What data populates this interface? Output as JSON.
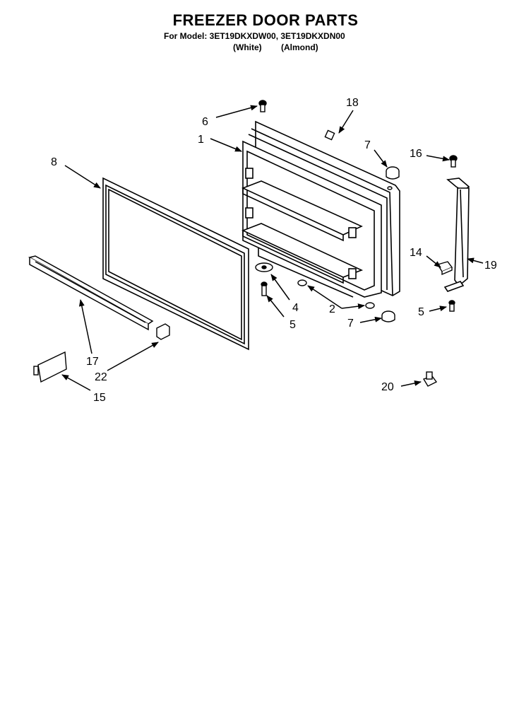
{
  "header": {
    "title": "FREEZER DOOR PARTS",
    "model_line": "For Model: 3ET19DKXDW00, 3ET19DKXDN00",
    "variant_white": "(White)",
    "variant_almond": "(Almond)"
  },
  "callouts": {
    "c1": "1",
    "c2": "2",
    "c4": "4",
    "c5a": "5",
    "c5b": "5",
    "c6": "6",
    "c7a": "7",
    "c7b": "7",
    "c8": "8",
    "c14": "14",
    "c15": "15",
    "c16": "16",
    "c17": "17",
    "c18": "18",
    "c19": "19",
    "c20": "20",
    "c22": "22"
  }
}
